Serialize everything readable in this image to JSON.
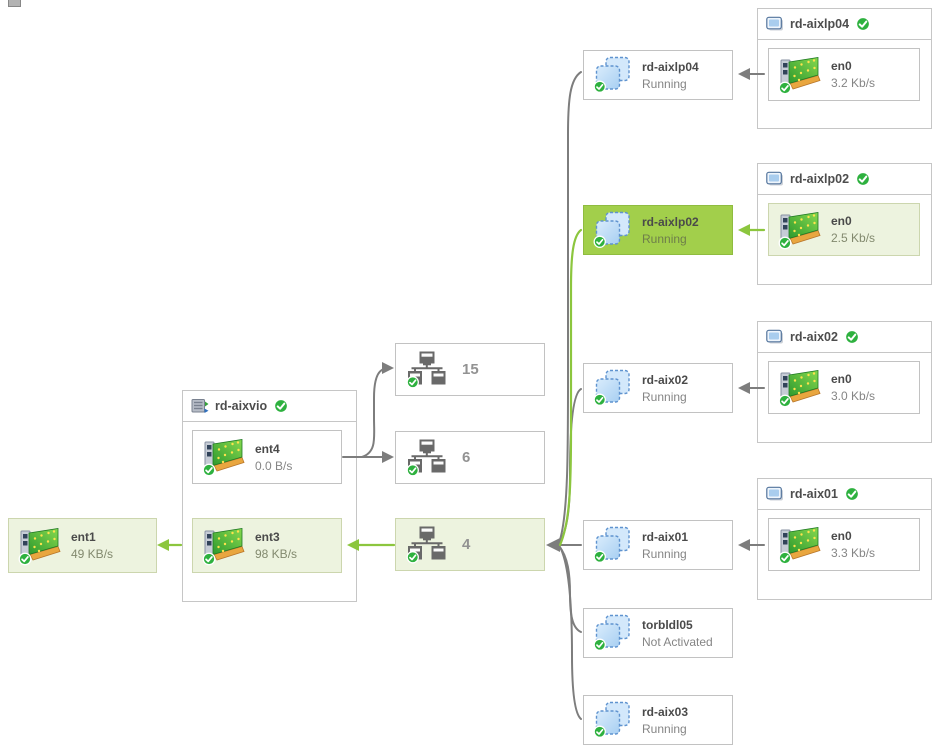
{
  "ent1": {
    "label": "ent1",
    "rate": "49 KB/s"
  },
  "vio": {
    "title": "rd-aixvio",
    "ent4_label": "ent4",
    "ent4_rate": "0.0 B/s",
    "ent3_label": "ent3",
    "ent3_rate": "98 KB/s"
  },
  "switches": [
    {
      "count": "15"
    },
    {
      "count": "6"
    },
    {
      "count": "4"
    }
  ],
  "lpars": [
    {
      "name": "rd-aixlp04",
      "status": "Running"
    },
    {
      "name": "rd-aixlp02",
      "status": "Running"
    },
    {
      "name": "rd-aix02",
      "status": "Running"
    },
    {
      "name": "rd-aix01",
      "status": "Running"
    },
    {
      "name": "torbldl05",
      "status": "Not Activated"
    },
    {
      "name": "rd-aix03",
      "status": "Running"
    }
  ],
  "hosts": [
    {
      "name": "rd-aixlp04",
      "adapter": "en0",
      "rate": "3.2 Kb/s"
    },
    {
      "name": "rd-aixlp02",
      "adapter": "en0",
      "rate": "2.5 Kb/s"
    },
    {
      "name": "rd-aix02",
      "adapter": "en0",
      "rate": "3.0 Kb/s"
    },
    {
      "name": "rd-aix01",
      "adapter": "en0",
      "rate": "3.3 Kb/s"
    }
  ],
  "colors": {
    "selected_node_green": "#a2cf4b",
    "selected_path_light_green": "#edf3df",
    "edge_gray": "#7d7d7d",
    "edge_green": "#8cc63e",
    "status_ok_badge": "#2eb13f"
  }
}
